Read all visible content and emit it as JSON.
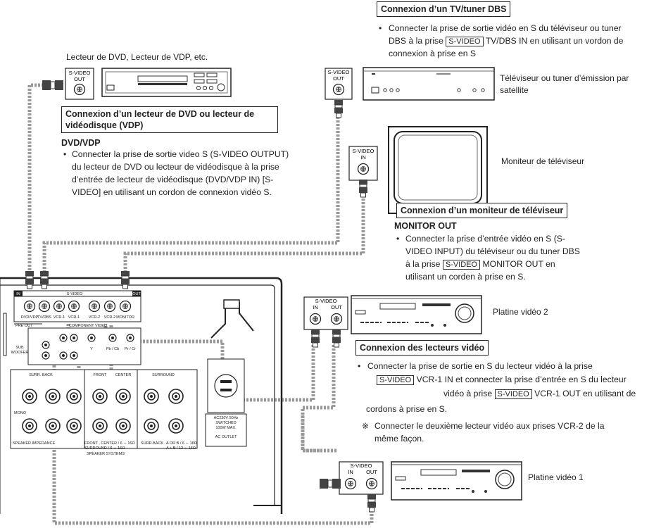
{
  "tv_section": {
    "header": "Connexion d’un TV/tuner DBS",
    "bullet": "•",
    "line1": "Connecter la prise de sortie vidéo en S du téléviseur ou tuner",
    "line2a": "DBS à la prise",
    "line2box": "S-VIDEO",
    "line2b": "TV/DBS IN en utilisant un vordon de",
    "line3": "connexion à prise en S"
  },
  "dvd_label": "Lecteur de DVD, Lecteur de VDP, etc.",
  "tv_device_label1": "Téléviseur ou tuner d’émission par",
  "tv_device_label2": "satellite",
  "monitor_device_label": "Moniteur de téléviseur",
  "dvd_section": {
    "header1": "Connexion d’un lecteur de DVD ou lecteur de",
    "header2": "vidéodisque (VDP)",
    "subheading": "DVD/VDP",
    "bullet": "•",
    "line1": "Connecter la prise de sortie video S (S-VIDEO OUTPUT)",
    "line2": "du lecteur de DVD ou lecteur de vidéodisque à la prise",
    "line3": "d’entrée de lecteur de vidéodisque (DVD/VDP IN) [S-",
    "line4": "VIDEO] en utilisant un cordon de connexion vidéo S."
  },
  "monitor_section": {
    "header": "Connexion d’un moniteur de téléviseur",
    "subheading": "MONITOR OUT",
    "bullet": "•",
    "line1": "Connecter la prise d’entrée vidéo en S (S-",
    "line2": "VIDEO INPUT) du téléviseur ou du tuner DBS",
    "line3a": "à la prise",
    "line3box": "S-VIDEO",
    "line3b": "MONITOR OUT en",
    "line4": "utilisant un corden à prise en S."
  },
  "vcr2_label": "Platine vidéo 2",
  "vcr1_label": "Platine vidéo 1",
  "vcr_section": {
    "header": "Connexion des lecteurs vidéo",
    "bullet": "•",
    "line1": "Connecter la prise de sortie en S du lecteur vidéo à la prise",
    "line2box": "S-VIDEO",
    "line2b": "VCR-1 IN et connecter la prise d’entrée en S du lecteur",
    "line3a": "vidéo à prise",
    "line3box": "S-VIDEO",
    "line3b": "VCR-1 OUT en utilisant de",
    "line4": "cordons à prise en S.",
    "note_mark": "※",
    "note1": "Connecter le deuxième lecteur vidéo aux prises VCR-2 de la",
    "note2": "même façon."
  },
  "jacks": {
    "svideo": "S-VIDEO",
    "out": "OUT",
    "in": "IN"
  },
  "receiver": {
    "svideo": "S-VIDEO",
    "in": "IN",
    "out": "OUT",
    "jack1": "DVD/VDP",
    "jack2": "TV/DBS",
    "jack3": "VCR-1",
    "jack4": "VCR-1",
    "jack5": "VCR-2",
    "jack6": "VCR-2",
    "jack7": "MONITOR",
    "pre_out": "PRE OUT",
    "component_video": "COMPONENT VIDEO",
    "sub": "SUB",
    "woofer": "WOOFER",
    "y": "Y",
    "pb": "Pb / Cb",
    "pr": "Pr / Cr",
    "surr_back": "SURR. BACK",
    "front": "FRONT",
    "center": "CENTER",
    "surround": "SURROUND",
    "mono": "MONO",
    "speaker_impedance": "SPEAKER IMPEDANCE",
    "front_center": "FRONT , CENTER  / 6 ∼ 16Ω",
    "surround_imp": "SURROUND        / 6 ∼ 16Ω",
    "surrback_imp": "SURR.BACK",
    "aorb": "A OR B  / 6 ∼ 16Ω",
    "aplusb": "A + B  / 12 ∼ 16Ω",
    "speaker_systems": "SPEAKER SYSTEMS",
    "ac1": "AC230V  50Hz",
    "ac2": "SWITCHED",
    "ac3": "100W MAX.",
    "ac_outlet": "AC OUTLET"
  }
}
